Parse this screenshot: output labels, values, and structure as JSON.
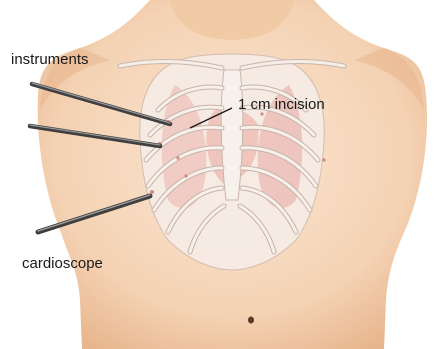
{
  "labels": {
    "instruments": "instruments",
    "incision": "1 cm incision",
    "cardioscope": "cardioscope"
  },
  "colors": {
    "skin": "#f6d9bd",
    "skin_shadow": "#e9b992",
    "ribs": "#f3ece8",
    "rib_outline": "#c9b6ac",
    "lung_pink": "#e8a6a0",
    "instrument": "#5a5a5a"
  },
  "icons": {
    "instrument_shafts": "instrument-shaft",
    "scope": "cardioscope-shaft"
  }
}
